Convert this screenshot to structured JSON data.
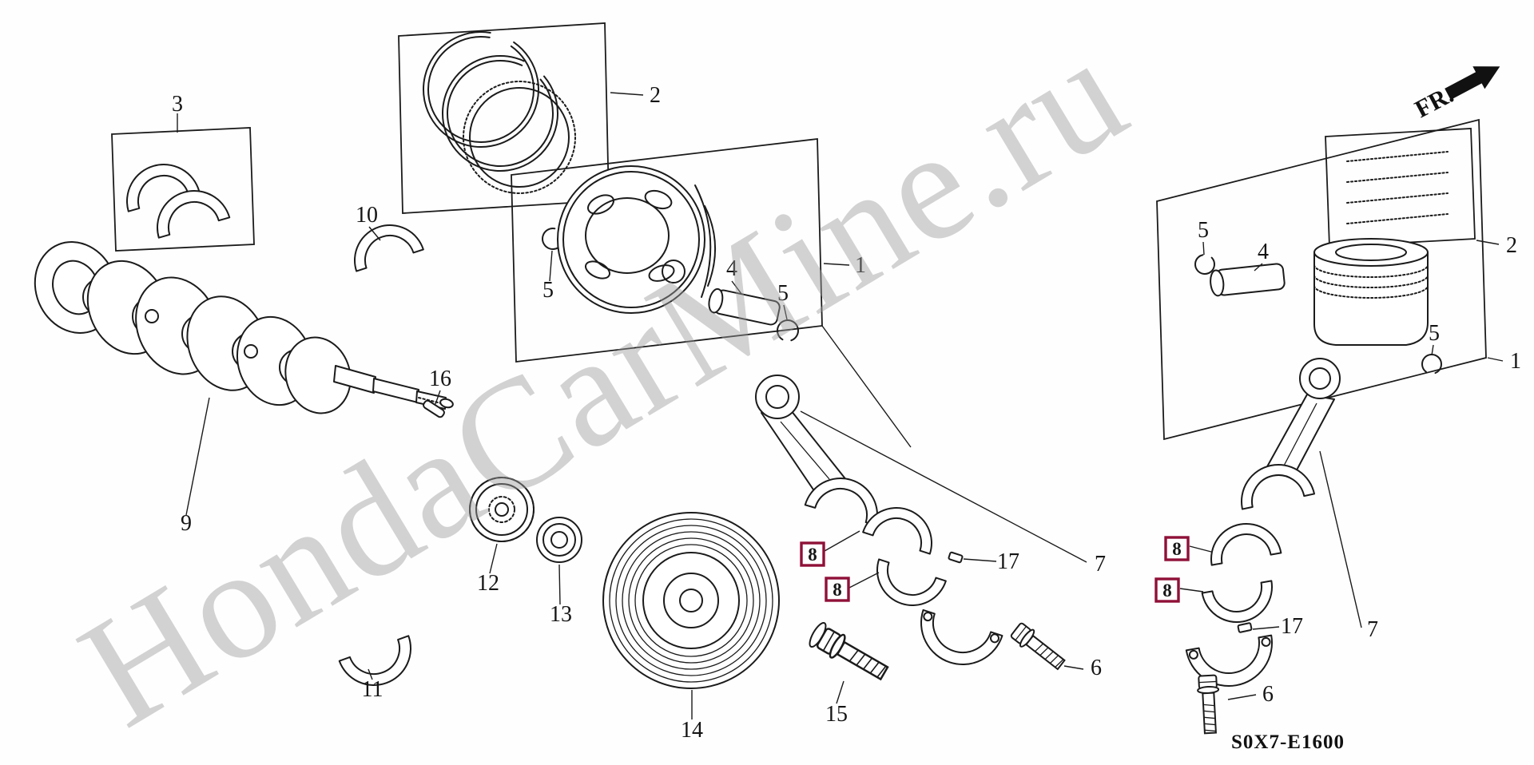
{
  "diagram": {
    "watermark": "HondaCarMine.ru",
    "code": "S0X7-E1600",
    "fr_label": "FR.",
    "highlight_color": "#8f1038",
    "parts": {
      "p1": "1",
      "p2": "2",
      "p3": "3",
      "p4": "4",
      "p5": "5",
      "p6": "6",
      "p7": "7",
      "p8": "8",
      "p9": "9",
      "p10": "10",
      "p11": "11",
      "p12": "12",
      "p13": "13",
      "p14": "14",
      "p15": "15",
      "p16": "16",
      "p17": "17"
    }
  }
}
